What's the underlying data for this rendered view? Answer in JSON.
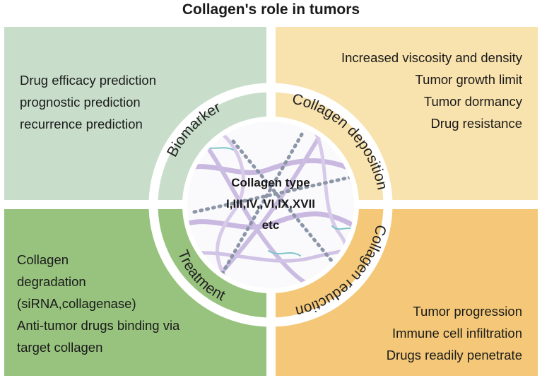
{
  "title": "Collagen's role in tumors",
  "quadrants": {
    "biomarker": {
      "label": "Biomarker",
      "items": [
        "Drug efficacy prediction",
        "prognostic prediction",
        "recurrence prediction"
      ],
      "color": "#c8decb"
    },
    "deposition": {
      "label": "Collagen deposition",
      "items": [
        "Increased viscosity and density",
        "Tumor growth limit",
        "Tumor dormancy",
        "Drug resistance"
      ],
      "color": "#f8e2ad"
    },
    "treatment": {
      "label": "Treatment",
      "items": [
        "Collagen",
        "degradation",
        "(siRNA,collagenase)",
        "Anti-tumor drugs binding via",
        "target collagen"
      ],
      "color": "#98c37e"
    },
    "reduction": {
      "label": "Collagen reduction",
      "items": [
        "Tumor progression",
        "Immune cell infiltration",
        "Drugs readily penetrate"
      ],
      "color": "#f4c878"
    }
  },
  "center": {
    "lines": [
      "Collagen type",
      "I,III,IV,,VI,IX,XVII",
      "etc"
    ]
  }
}
